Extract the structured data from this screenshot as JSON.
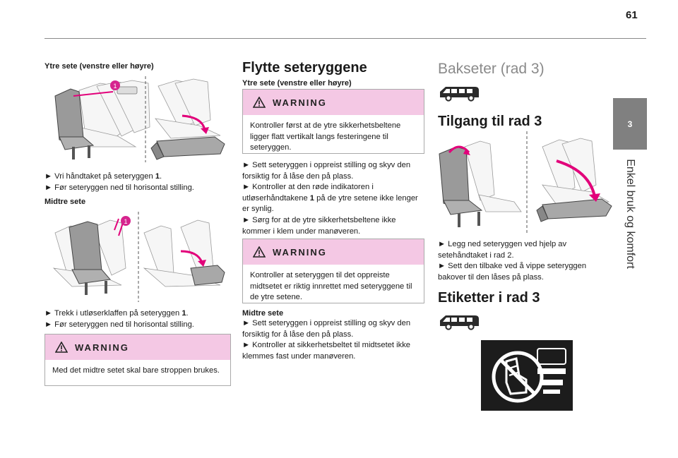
{
  "page": {
    "number": "61"
  },
  "side_tab": {
    "chapter": "3",
    "title": "Enkel bruk og komfort"
  },
  "col1": {
    "heading_outer": "Ytre sete (venstre eller høyre)",
    "callout_1": "1",
    "step1_pre": "► Vri håndtaket på seteryggen ",
    "step1_bold": "1",
    "step1_post": ".",
    "step2": "► Før seteryggen ned til horisontal stilling.",
    "heading_middle": "Midtre sete",
    "callout_2": "1",
    "step3_pre": "► Trekk i utløserklaffen på seteryggen ",
    "step3_bold": "1",
    "step3_post": ".",
    "step4": "► Før seteryggen ned til horisontal stilling.",
    "warning_label": "WARNING",
    "warning_text": "Med det midtre setet skal bare stroppen brukes."
  },
  "col2": {
    "title": "Flytte seteryggene",
    "subheading": "Ytre sete (venstre eller høyre)",
    "warning1_label": "WARNING",
    "warning1_text": "Kontroller først at de ytre sikkerhetsbeltene ligger flatt vertikalt langs festeringene til seteryggen.",
    "step1": "► Sett seteryggen i oppreist stilling og skyv den forsiktig for å låse den på plass.",
    "step2_pre": "► Kontroller at den røde indikatoren i utløserhåndtakene ",
    "step2_bold": "1",
    "step2_post": " på de ytre setene ikke lenger er synlig.",
    "step3": "► Sørg for at de ytre sikkerhetsbeltene ikke kommer i klem under manøveren.",
    "warning2_label": "WARNING",
    "warning2_text": "Kontroller at seteryggen til det oppreiste midtsetet er riktig innrettet med seteryggene til de ytre setene.",
    "middle_heading": "Midtre sete",
    "step4": "► Sett seteryggen i oppreist stilling og skyv den forsiktig for å låse den på plass.",
    "step5": "► Kontroller at sikkerhetsbeltet til midtsetet ikke klemmes fast under manøveren."
  },
  "col3": {
    "title": "Bakseter (rad 3)",
    "access_title": "Tilgang til rad 3",
    "step1": "► Legg ned seteryggen ved hjelp av setehåndtaket i rad 2.",
    "step2": "► Sett den tilbake ved å vippe seteryggen bakover til den låses på plass.",
    "labels_title": "Etiketter i rad 3"
  },
  "colors": {
    "warning_band": "#f4c8e4",
    "callout": "#d6248e",
    "arrow": "#e2007a",
    "tab": "#808080"
  }
}
